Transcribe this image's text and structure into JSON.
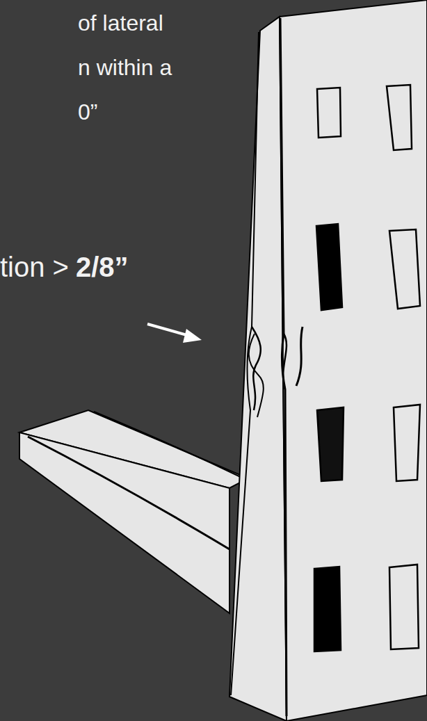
{
  "diagram": {
    "labels": [
      "of lateral",
      "n within a",
      "0”",
      "tion >",
      "2/8”"
    ]
  }
}
